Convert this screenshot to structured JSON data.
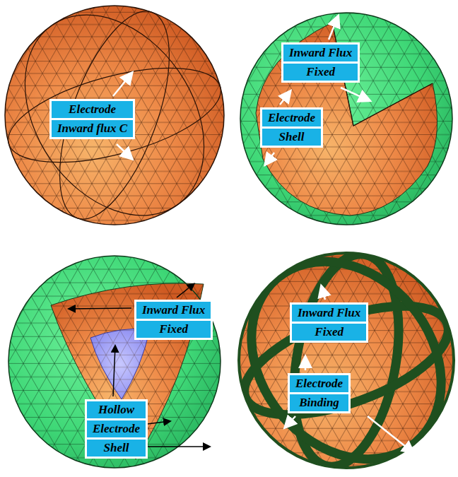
{
  "diagram": {
    "nodes": [
      {
        "text": [
          "Electrode",
          "Inward flux C"
        ]
      },
      {
        "text": [
          "Inward Flux",
          "Fixed"
        ]
      },
      {
        "text": [
          "Electrode",
          "Shell"
        ]
      },
      {
        "text": [
          "Inward Flux",
          "Fixed"
        ]
      },
      {
        "text": [
          "Hollow",
          "Electrode",
          "Shell"
        ]
      },
      {
        "text": [
          "Inward Flux",
          "Fixed"
        ]
      },
      {
        "text": [
          "Electrode",
          "Binding"
        ]
      }
    ]
  }
}
